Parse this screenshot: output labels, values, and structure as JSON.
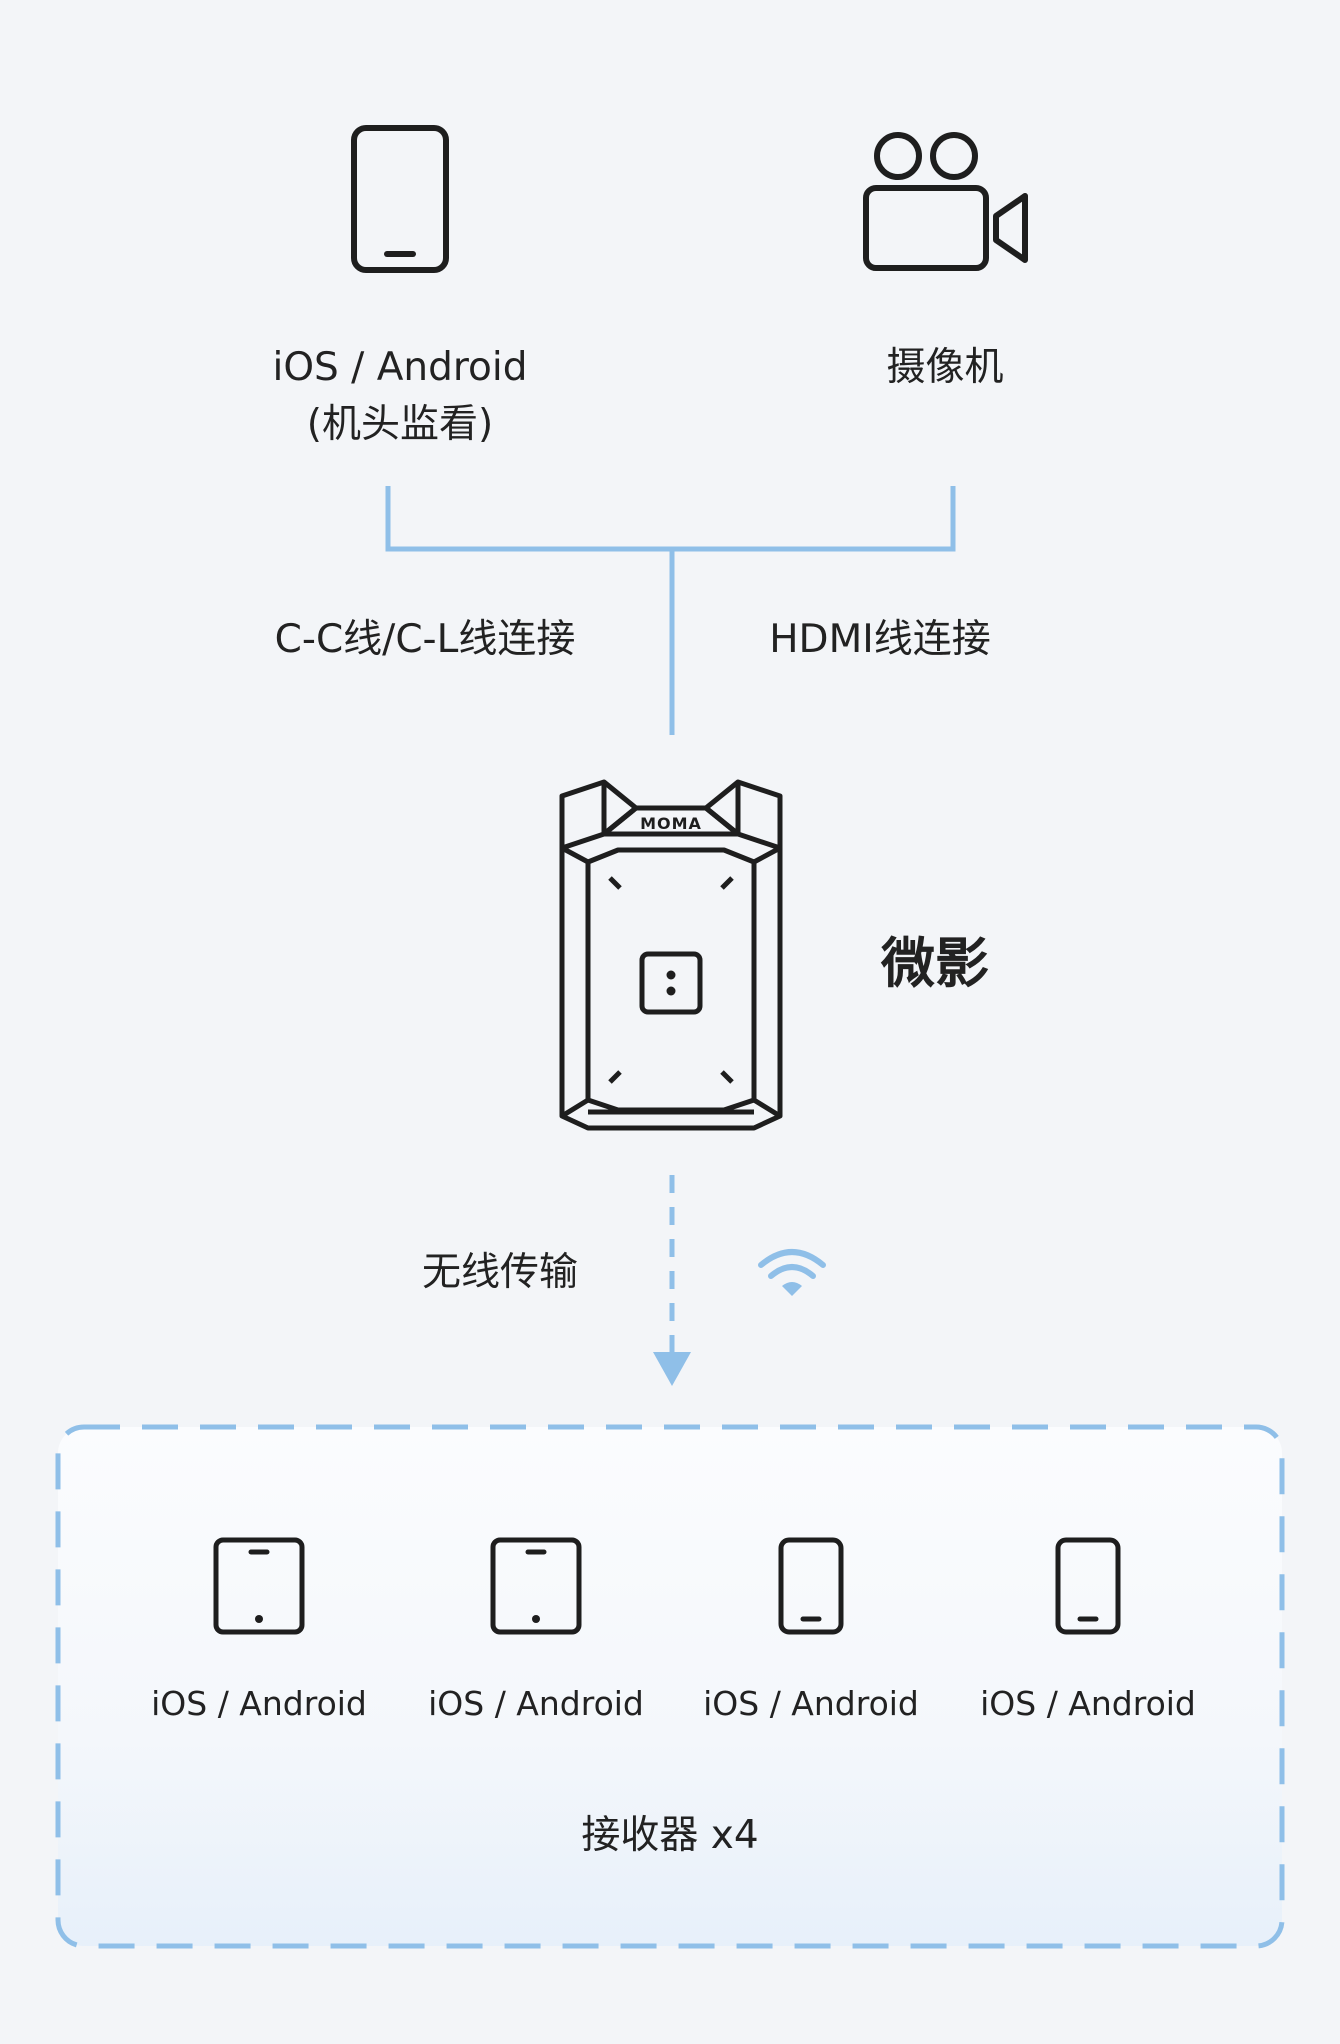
{
  "sources": {
    "phone_line1": "iOS / Android",
    "phone_line2": "(机头监看)",
    "camera": "摄像机"
  },
  "connections": {
    "left": "C-C线/C-L线连接",
    "right": "HDMI线连接"
  },
  "device": {
    "logo": "MOMA",
    "name": "微影"
  },
  "wireless": {
    "label": "无线传输"
  },
  "receivers": {
    "items": [
      {
        "label": "iOS / Android"
      },
      {
        "label": "iOS / Android"
      },
      {
        "label": "iOS / Android"
      },
      {
        "label": "iOS / Android"
      }
    ],
    "caption": "接收器 x4"
  },
  "colors": {
    "line": "#8fbfe8",
    "icon_stroke": "#1e1e1e",
    "background": "#f3f5f8"
  }
}
